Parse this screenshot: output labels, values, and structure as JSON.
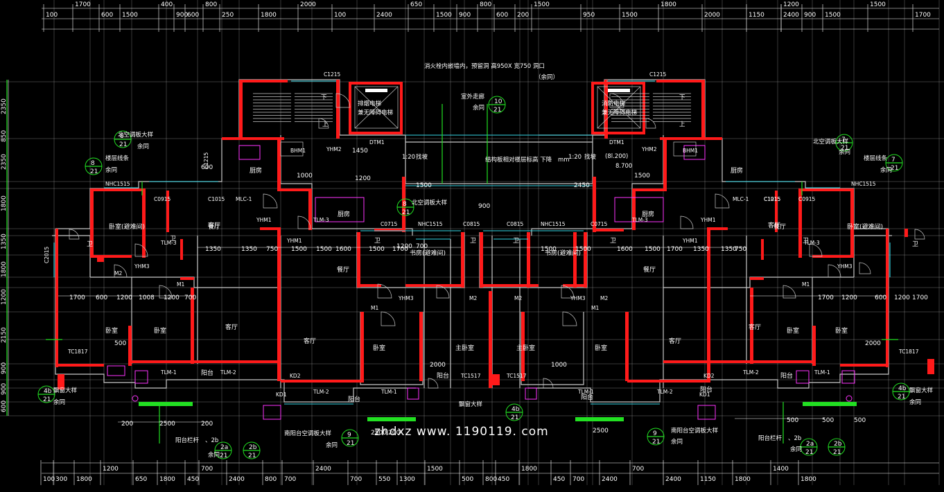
{
  "dims": {
    "top": [
      "100",
      "1700",
      "600",
      "1500",
      "400",
      "900",
      "600",
      "800",
      "250",
      "1800",
      "2000",
      "100",
      "2400",
      "650",
      "1500",
      "900",
      "800",
      "600",
      "200",
      "1500",
      "950",
      "1500",
      "1800",
      "2000",
      "1150",
      "1200",
      "900",
      "1500",
      "1500",
      "1700",
      "2400"
    ],
    "bottom": [
      "100",
      "300",
      "1800",
      "1200",
      "650",
      "1800",
      "450",
      "700",
      "2400",
      "800",
      "700",
      "2400",
      "700",
      "550",
      "1300",
      "1500",
      "500",
      "800",
      "450",
      "1800",
      "450",
      "700",
      "2400",
      "700",
      "2400",
      "1150",
      "1800",
      "1400",
      "1800"
    ],
    "left": [
      "2350",
      "850",
      "2350",
      "1800",
      "1350",
      "1800",
      "1200",
      "2150",
      "900",
      "900",
      "600"
    ],
    "inner": [
      "1700",
      "600",
      "1200",
      "1008",
      "1200",
      "700",
      "1350",
      "1350",
      "750",
      "1500",
      "1500",
      "1600",
      "1500",
      "1700",
      "1200",
      "700",
      "1500",
      "1500",
      "1600",
      "1500",
      "1700",
      "1350",
      "1350",
      "750",
      "1700",
      "1200",
      "600",
      "1200",
      "1700",
      "200",
      "2500",
      "200",
      "2500",
      "200",
      "2500",
      "500",
      "500",
      "500",
      "500",
      "2000",
      "2000",
      "1000",
      "1000",
      "1500",
      "1500",
      "2450",
      "900",
      "1450",
      "1200",
      "600"
    ]
  },
  "rooms": [
    "客厅",
    "客厅",
    "客厅",
    "客厅",
    "客厅",
    "客厅",
    "卧室",
    "卧室",
    "卧室",
    "卧室",
    "主卧室",
    "主卧室",
    "卧室",
    "卧室",
    "厨房",
    "厨房",
    "厨房",
    "厨房",
    "卫",
    "卫",
    "卫",
    "卫",
    "卫",
    "卫",
    "卫",
    "卫",
    "阳台",
    "阳台",
    "阳台",
    "阳台",
    "阳台",
    "阳台",
    "卧室(避难间)",
    "卧室(避难间)",
    "书房(避难间)",
    "书房(避难间)",
    "餐厅",
    "餐厅",
    "餐厅",
    "餐厅"
  ],
  "tags": [
    "C1215",
    "C1215",
    "NHC1515",
    "NHC1515",
    "NHC1515",
    "NHC1515",
    "C0915",
    "C0915",
    "C1015",
    "C1215",
    "MLC-1",
    "MLC-1",
    "TLM-3",
    "TLM-3",
    "TLM-3",
    "TLM-3",
    "TLM-1",
    "TLM-1",
    "TLM-1",
    "TLM-1",
    "TLM-2",
    "TLM-2",
    "TLM-2",
    "TLM-2",
    "TC1817",
    "TC1817",
    "TC1517",
    "TC1517",
    "C0715",
    "C0715",
    "C0815",
    "C0815",
    "YHM1",
    "YHM1",
    "YHM1",
    "YHM1",
    "YHM2",
    "YHM2",
    "YHM3",
    "YHM3",
    "YHM3",
    "YHM3",
    "M1",
    "M1",
    "M1",
    "M1",
    "M2",
    "M2",
    "M2",
    "M2",
    "BHM1",
    "BHM1",
    "DTM1",
    "DTM1",
    "KD1",
    "KD1",
    "KD2",
    "KD2",
    "C1015",
    "C2015",
    "C1215"
  ],
  "notes": {
    "top_note": "消火栓内嵌墙内，预留洞 高950X 宽750 洞口",
    "top_note2": "（余同）",
    "elev_left": "排烟电梯",
    "elev_left2": "兼无障碍电梯",
    "elev_right": "消防电梯",
    "elev_right2": "兼无障碍电梯",
    "corridor": "室外走廊",
    "corridor_same": "余同",
    "slope": "找坡",
    "slope_l": "1:20",
    "slope_r": "1:20",
    "slab": "结构板相对楼层标高 下降",
    "slab_unit": "mm",
    "elev_val": "8.700",
    "elev_val2": "(8l.200)",
    "ac_north_l": "北空调板大样",
    "ac_north_r": "北空调板大样",
    "ac_north_m": "北空调板大样",
    "floor_drain_l": "楼层线条",
    "floor_drain_r": "楼层线条",
    "same": "余同",
    "bay_l": "飘窗大样",
    "bay_m": "飘窗大样",
    "bay_r": "飘窗大样",
    "rail_l": "阳台栏杆",
    "rail_r": "阳台栏杆",
    "rail_suffix": "、2b",
    "south_ac_l": "南阳台空调板大样",
    "south_ac_r": "南阳台空调板大样",
    "drain": "下",
    "up": "上"
  },
  "bubbles": [
    "8",
    "21",
    "7",
    "21",
    "8",
    "21",
    "7",
    "21",
    "10",
    "21",
    "4b",
    "21",
    "4b",
    "21",
    "4b",
    "21",
    "2a",
    "21",
    "2b",
    "21",
    "2a",
    "21",
    "2b",
    "21",
    "9",
    "21",
    "9",
    "21",
    "8",
    "21"
  ],
  "watermark": "zhdxz www. 1190119. com",
  "colors": {
    "wall": "#ff1a1a",
    "gray": "#c9c9c9",
    "cyan": "#35d7e6",
    "green": "#22e022",
    "magenta": "#ff33ff",
    "background": "#000000"
  }
}
